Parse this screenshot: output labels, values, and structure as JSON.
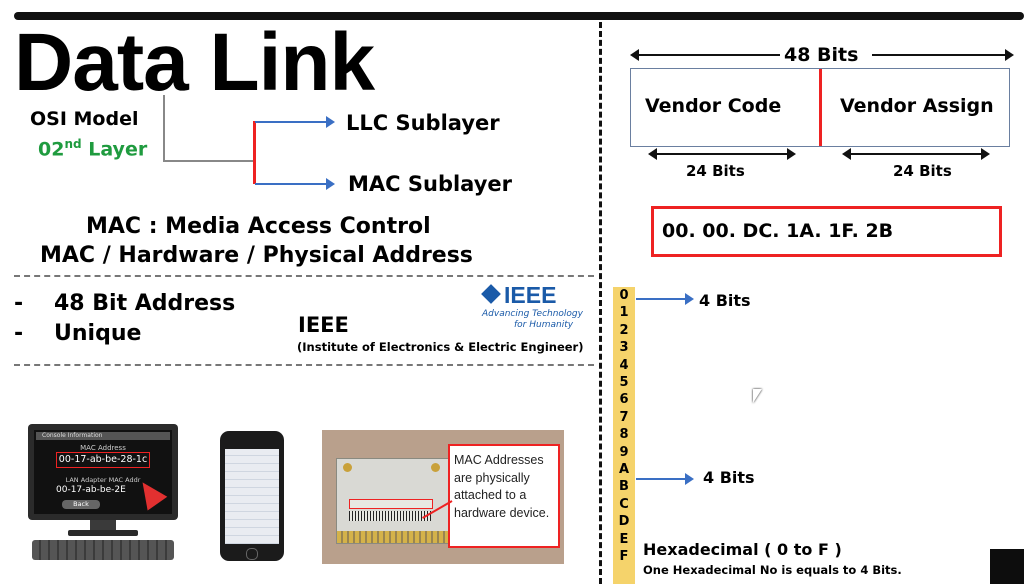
{
  "title": "Data Link",
  "osi": {
    "model": "OSI Model",
    "layer_prefix": "02",
    "layer_sup": "nd",
    "layer_suffix": " Layer"
  },
  "sublayers": {
    "llc": "LLC Sublayer",
    "mac": "MAC Sublayer"
  },
  "mac_def": {
    "line1": "MAC : Media Access Control",
    "line2": "MAC / Hardware / Physical Address"
  },
  "bullets": [
    {
      "dash": "-",
      "text": "48 Bit Address"
    },
    {
      "dash": "-",
      "text": "Unique"
    }
  ],
  "ieee": {
    "name": "IEEE",
    "full": "(Institute of Electronics & Electric Engineer)",
    "logo_text": "IEEE",
    "logo_tag1": "Advancing Technology",
    "logo_tag2": "for Humanity"
  },
  "right": {
    "total_bits": "48 Bits",
    "vendor_code": "Vendor Code",
    "vendor_assign": "Vendor Assign",
    "half_bits_left": "24 Bits",
    "half_bits_right": "24 Bits",
    "mac_example": "00. 00. DC. 1A. 1F. 2B",
    "hex_digits": [
      "0",
      "1",
      "2",
      "3",
      "4",
      "5",
      "6",
      "7",
      "8",
      "9",
      "A",
      "B",
      "C",
      "D",
      "E",
      "F"
    ],
    "bits_label_top": "4 Bits",
    "bits_label_bottom": "4 Bits",
    "hex_title": "Hexadecimal ( 0 to F )",
    "hex_note": "One Hexadecimal No is equals to 4 Bits."
  },
  "images": {
    "monitor": {
      "header": "Console Information",
      "mac_label": "MAC Address",
      "mac_value": "00-17-ab-be-28-1c",
      "lan_label": "LAN Adapter MAC Addr",
      "lan_value": "00-17-ab-be-2E",
      "back": "Back"
    },
    "card_callout": "MAC Addresses are physically attached to a hardware device."
  },
  "colors": {
    "accent_red": "#e22222",
    "blue": "#3a6fc4",
    "green": "#1f9b3f",
    "hex_column": "#f5d36b"
  }
}
